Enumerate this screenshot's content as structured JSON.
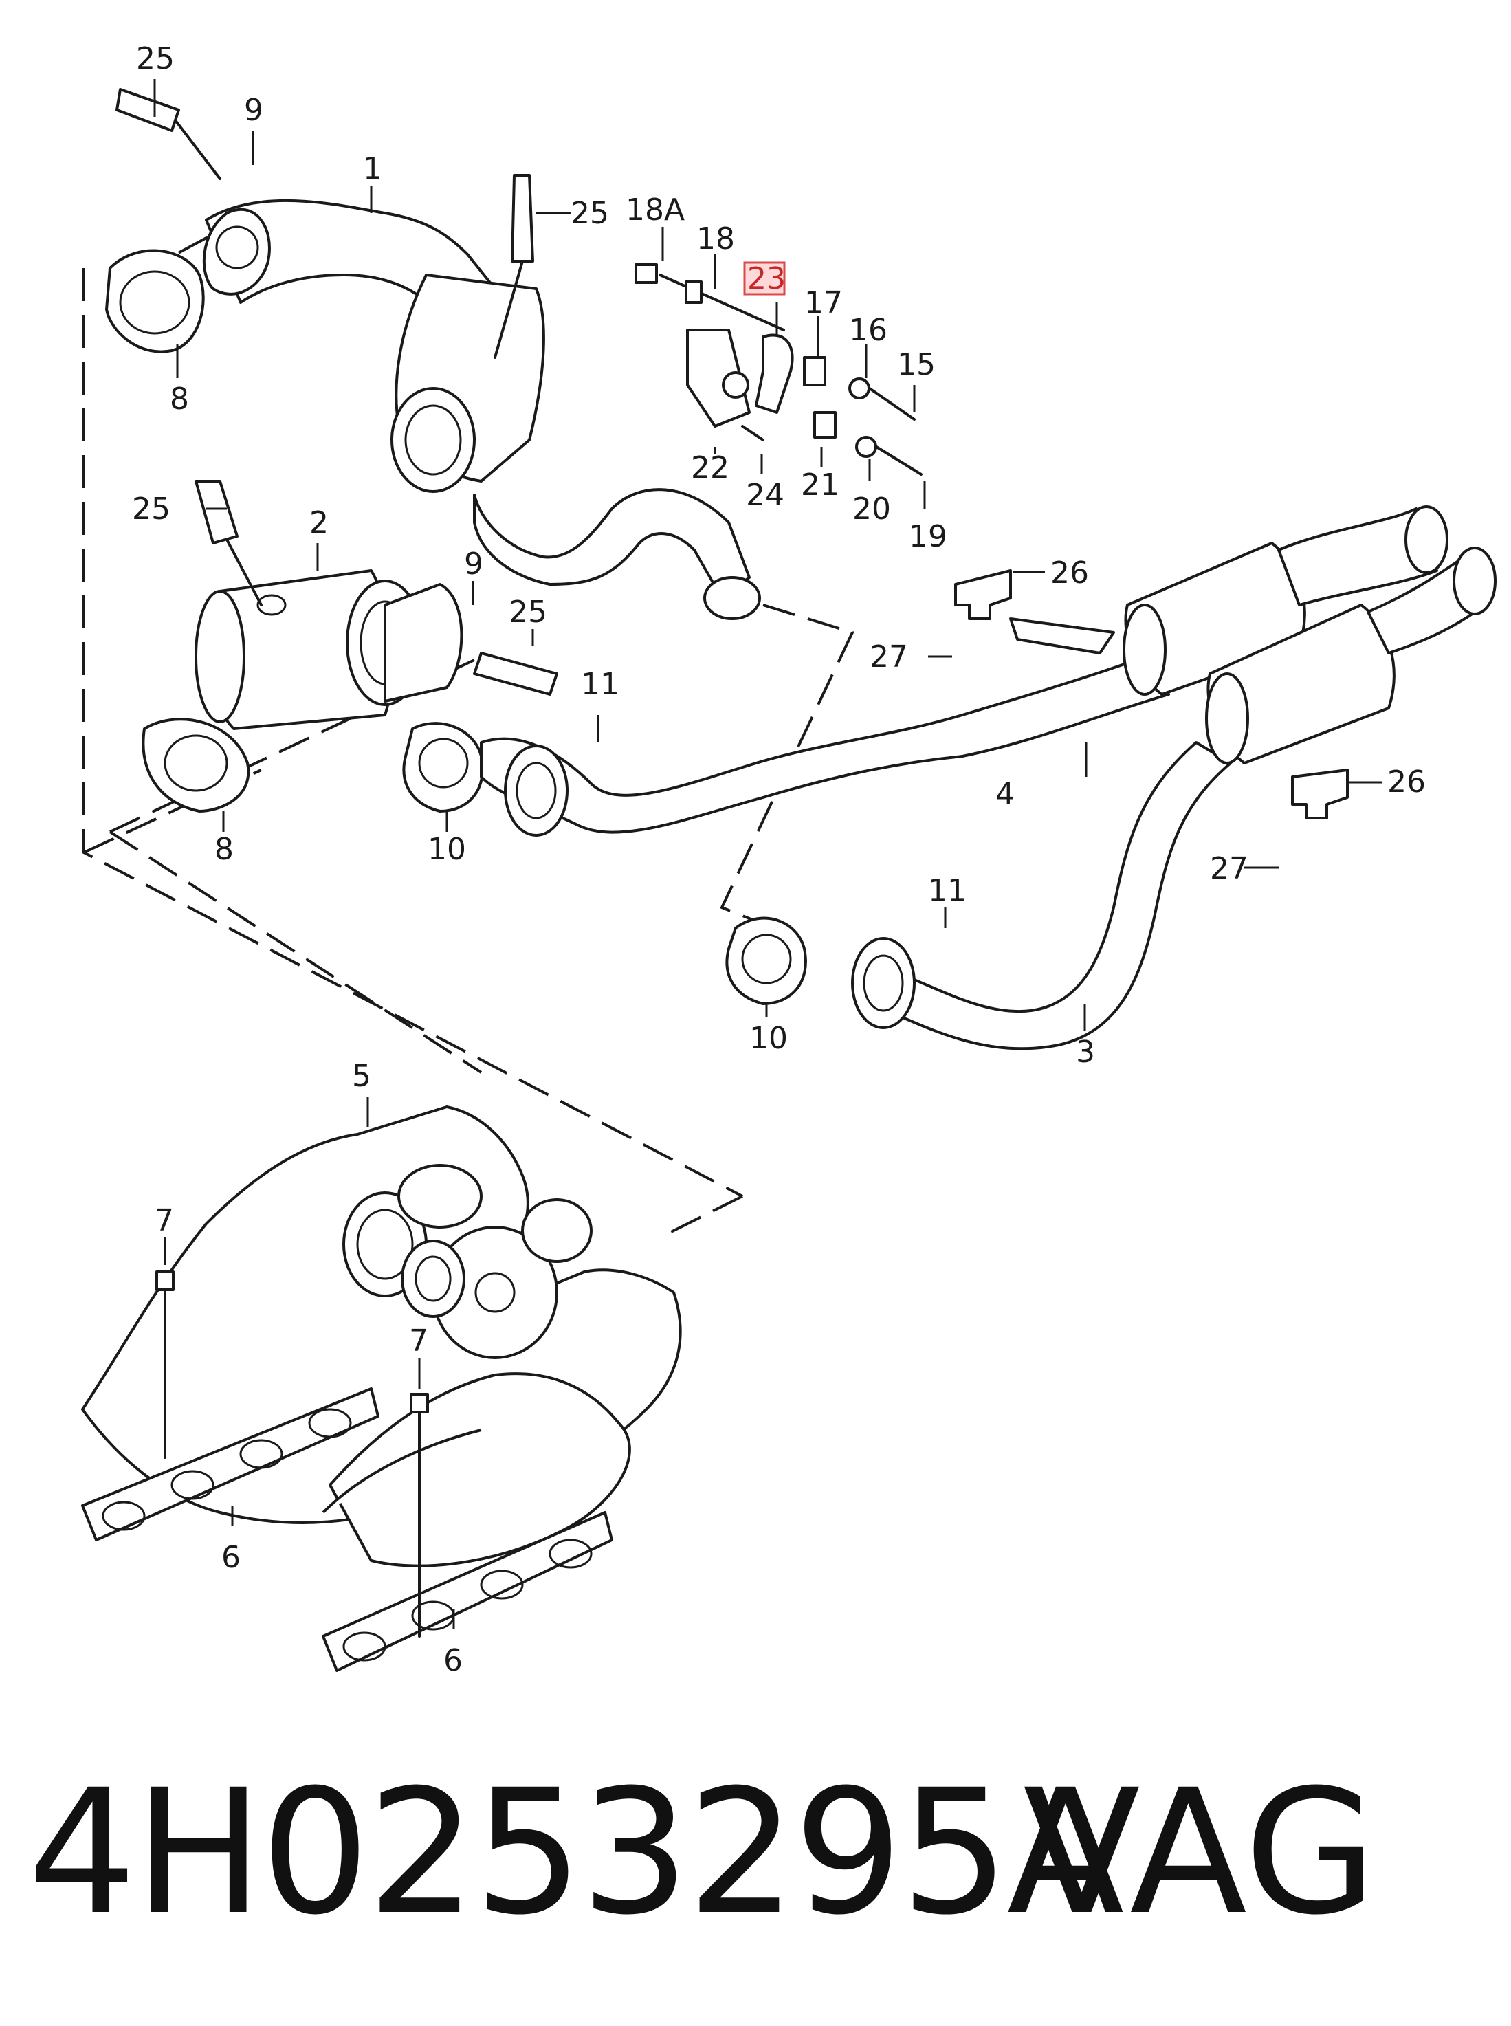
{
  "callouts": {
    "c1": "1",
    "c2": "2",
    "c3": "3",
    "c4": "4",
    "c5": "5",
    "c6": "6",
    "c7": "7",
    "c8": "8",
    "c9": "9",
    "c10": "10",
    "c11": "11",
    "c15": "15",
    "c16": "16",
    "c17": "17",
    "c18": "18",
    "c18A": "18A",
    "c19": "19",
    "c20": "20",
    "c21": "21",
    "c22": "22",
    "c23": "23",
    "c24": "24",
    "c25": "25",
    "c26": "26",
    "c27": "27"
  },
  "highlight": {
    "callout": "23",
    "color": "#d94a4a",
    "fill": "#ffd9d9"
  },
  "footer": {
    "part_number": "4H0253295A",
    "brand": "VAG"
  }
}
